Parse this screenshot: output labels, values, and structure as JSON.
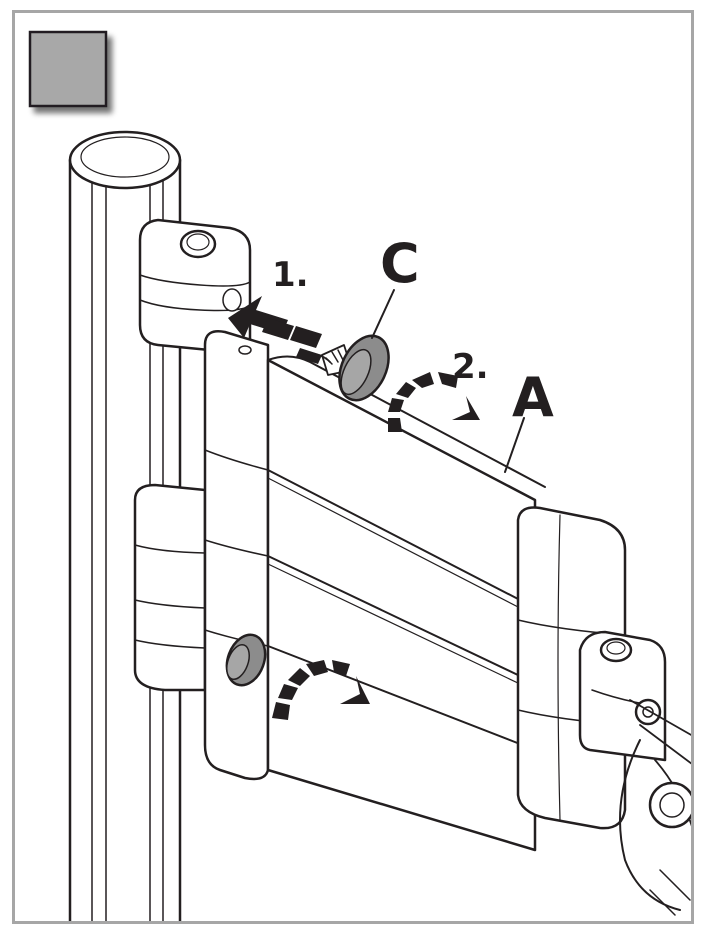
{
  "labels": {
    "step1": "1.",
    "step2": "2.",
    "partC": "C",
    "partA": "A"
  },
  "colors": {
    "line": "#231f20",
    "swatch": "#a8a8a8",
    "knob": "#8c8c8c",
    "frame": "#a6a6a6"
  },
  "icons": {
    "corner_swatch": "gray-square-icon",
    "push_arrow": "dashed-arrow-left-icon",
    "rotate_arrow": "curved-rotate-arrow-icon"
  }
}
